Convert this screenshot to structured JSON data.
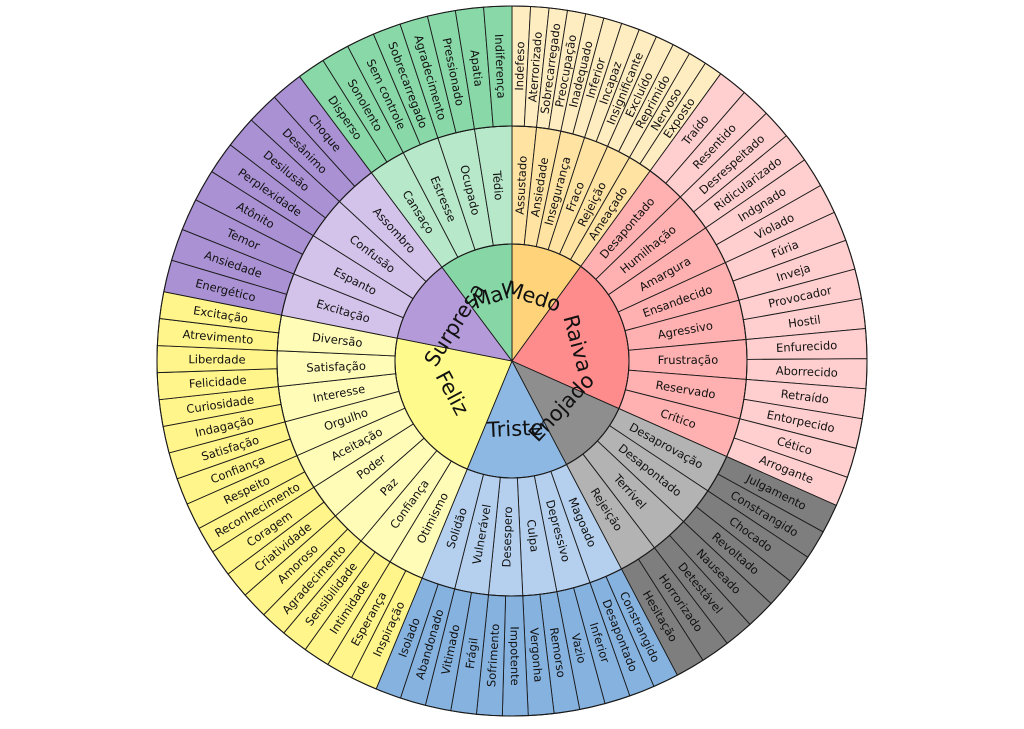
{
  "wheel": {
    "title": "",
    "emotions": [
      {
        "name": "Medo",
        "colors": [
          "#FFD37A",
          "#FFE3A3",
          "#FFEDC2"
        ],
        "secondary": [
          {
            "name": "Assustado",
            "tertiary": [
              "Indefeso",
              "Aterrorizado"
            ]
          },
          {
            "name": "Ansiedade",
            "tertiary": [
              "Sobrecarregado",
              "Preocupação"
            ]
          },
          {
            "name": "Insegurança",
            "tertiary": [
              "Inadequado",
              "Inferior"
            ]
          },
          {
            "name": "Fraco",
            "tertiary": [
              "Incapaz",
              "Insignificante"
            ]
          },
          {
            "name": "Rejeição",
            "tertiary": [
              "Excluído",
              "Reprimido"
            ]
          },
          {
            "name": "Ameaçado",
            "tertiary": [
              "Nervoso",
              "Exposto"
            ]
          }
        ]
      },
      {
        "name": "Raiva",
        "colors": [
          "#FF8C8C",
          "#FFB0B0",
          "#FFCFCF"
        ],
        "secondary": [
          {
            "name": "Desapontado",
            "tertiary": [
              "Traído",
              "Resentido"
            ]
          },
          {
            "name": "Humilhação",
            "tertiary": [
              "Desrespeitado",
              "Ridicularizado"
            ]
          },
          {
            "name": "Amargura",
            "tertiary": [
              "Indgnado",
              "Violado"
            ]
          },
          {
            "name": "Ensandecido",
            "tertiary": [
              "Fúria",
              "Inveja"
            ]
          },
          {
            "name": "Agressivo",
            "tertiary": [
              "Provocador",
              "Hostil"
            ]
          },
          {
            "name": "Frustração",
            "tertiary": [
              "Enfurecido",
              "Aborrecido"
            ]
          },
          {
            "name": "Reservado",
            "tertiary": [
              "Retraído",
              "Entorpecido"
            ]
          },
          {
            "name": "Crítico",
            "tertiary": [
              "Cético",
              "Arrogante"
            ]
          }
        ]
      },
      {
        "name": "Enojado",
        "colors": [
          "#8E8E8E",
          "#B3B3B3",
          "#7E7E7E"
        ],
        "secondary": [
          {
            "name": "Desaprovação",
            "tertiary": [
              "Julgamento",
              "Constrangido"
            ]
          },
          {
            "name": "Desapontado",
            "tertiary": [
              "Chocado",
              "Revoltado"
            ]
          },
          {
            "name": "Terrível",
            "tertiary": [
              "Nauseado",
              "Detestável"
            ]
          },
          {
            "name": "Rejeição",
            "tertiary": [
              "Horrorizado",
              "Hesitação"
            ]
          }
        ]
      },
      {
        "name": "Triste",
        "colors": [
          "#8DB8E3",
          "#B5D0EE",
          "#86B2E0"
        ],
        "secondary": [
          {
            "name": "Magoado",
            "tertiary": [
              "Constrangido",
              "Desapontado"
            ]
          },
          {
            "name": "Depressivo",
            "tertiary": [
              "Inferior",
              "Vazio"
            ]
          },
          {
            "name": "Culpa",
            "tertiary": [
              "Remorso",
              "Vergonha"
            ]
          },
          {
            "name": "Desespero",
            "tertiary": [
              "Impotente",
              "Sofrimento"
            ]
          },
          {
            "name": "Vulnerável",
            "tertiary": [
              "Frágil",
              "Vitimado"
            ]
          },
          {
            "name": "Solidão",
            "tertiary": [
              "Abandonado",
              "Isolado"
            ]
          }
        ]
      },
      {
        "name": "Feliz",
        "colors": [
          "#FFFA8C",
          "#FFFCB8",
          "#FFF58A"
        ],
        "secondary": [
          {
            "name": "Otimismo",
            "tertiary": [
              "Inspiração",
              "Esperança"
            ]
          },
          {
            "name": "Confiança",
            "tertiary": [
              "Intimidade",
              "Sensibilidade"
            ]
          },
          {
            "name": "Paz",
            "tertiary": [
              "Agradecimento",
              "Amoroso"
            ]
          },
          {
            "name": "Poder",
            "tertiary": [
              "Criatividade",
              "Coragem"
            ]
          },
          {
            "name": "Aceitação",
            "tertiary": [
              "Reconhecimento",
              "Respeito"
            ]
          },
          {
            "name": "Orgulho",
            "tertiary": [
              "Confiança",
              "Satisfação"
            ]
          },
          {
            "name": "Interesse",
            "tertiary": [
              "Indagação",
              "Curiosidade"
            ]
          },
          {
            "name": "Satisfação",
            "tertiary": [
              "Felicidade",
              "Liberdade"
            ]
          },
          {
            "name": "Diversão",
            "tertiary": [
              "Atrevimento",
              "Excitação"
            ]
          }
        ]
      },
      {
        "name": "Surpresa",
        "colors": [
          "#B49AD8",
          "#D3C3EA",
          "#A991D3"
        ],
        "secondary": [
          {
            "name": "Excitação",
            "tertiary": [
              "Energético",
              "Ansiedade"
            ]
          },
          {
            "name": "Espanto",
            "tertiary": [
              "Temor",
              "Atônito"
            ]
          },
          {
            "name": "Confusão",
            "tertiary": [
              "Perplexidade",
              "Desilusão"
            ]
          },
          {
            "name": "Assombro",
            "tertiary": [
              "Desânimo",
              "Choque"
            ]
          }
        ]
      },
      {
        "name": "Mal",
        "colors": [
          "#86D6A6",
          "#B7E8C9",
          "#88D8A8"
        ],
        "secondary": [
          {
            "name": "Cansaço",
            "tertiary": [
              "Disperso",
              "Sonolento"
            ]
          },
          {
            "name": "Estresse",
            "tertiary": [
              "Sem controle",
              "Sobrecarregado"
            ]
          },
          {
            "name": "Ocupado",
            "tertiary": [
              "Agradecimento",
              "Pressionado"
            ]
          },
          {
            "name": "Tédio",
            "tertiary": [
              "Apatia",
              "Indiferença"
            ]
          }
        ]
      }
    ]
  }
}
